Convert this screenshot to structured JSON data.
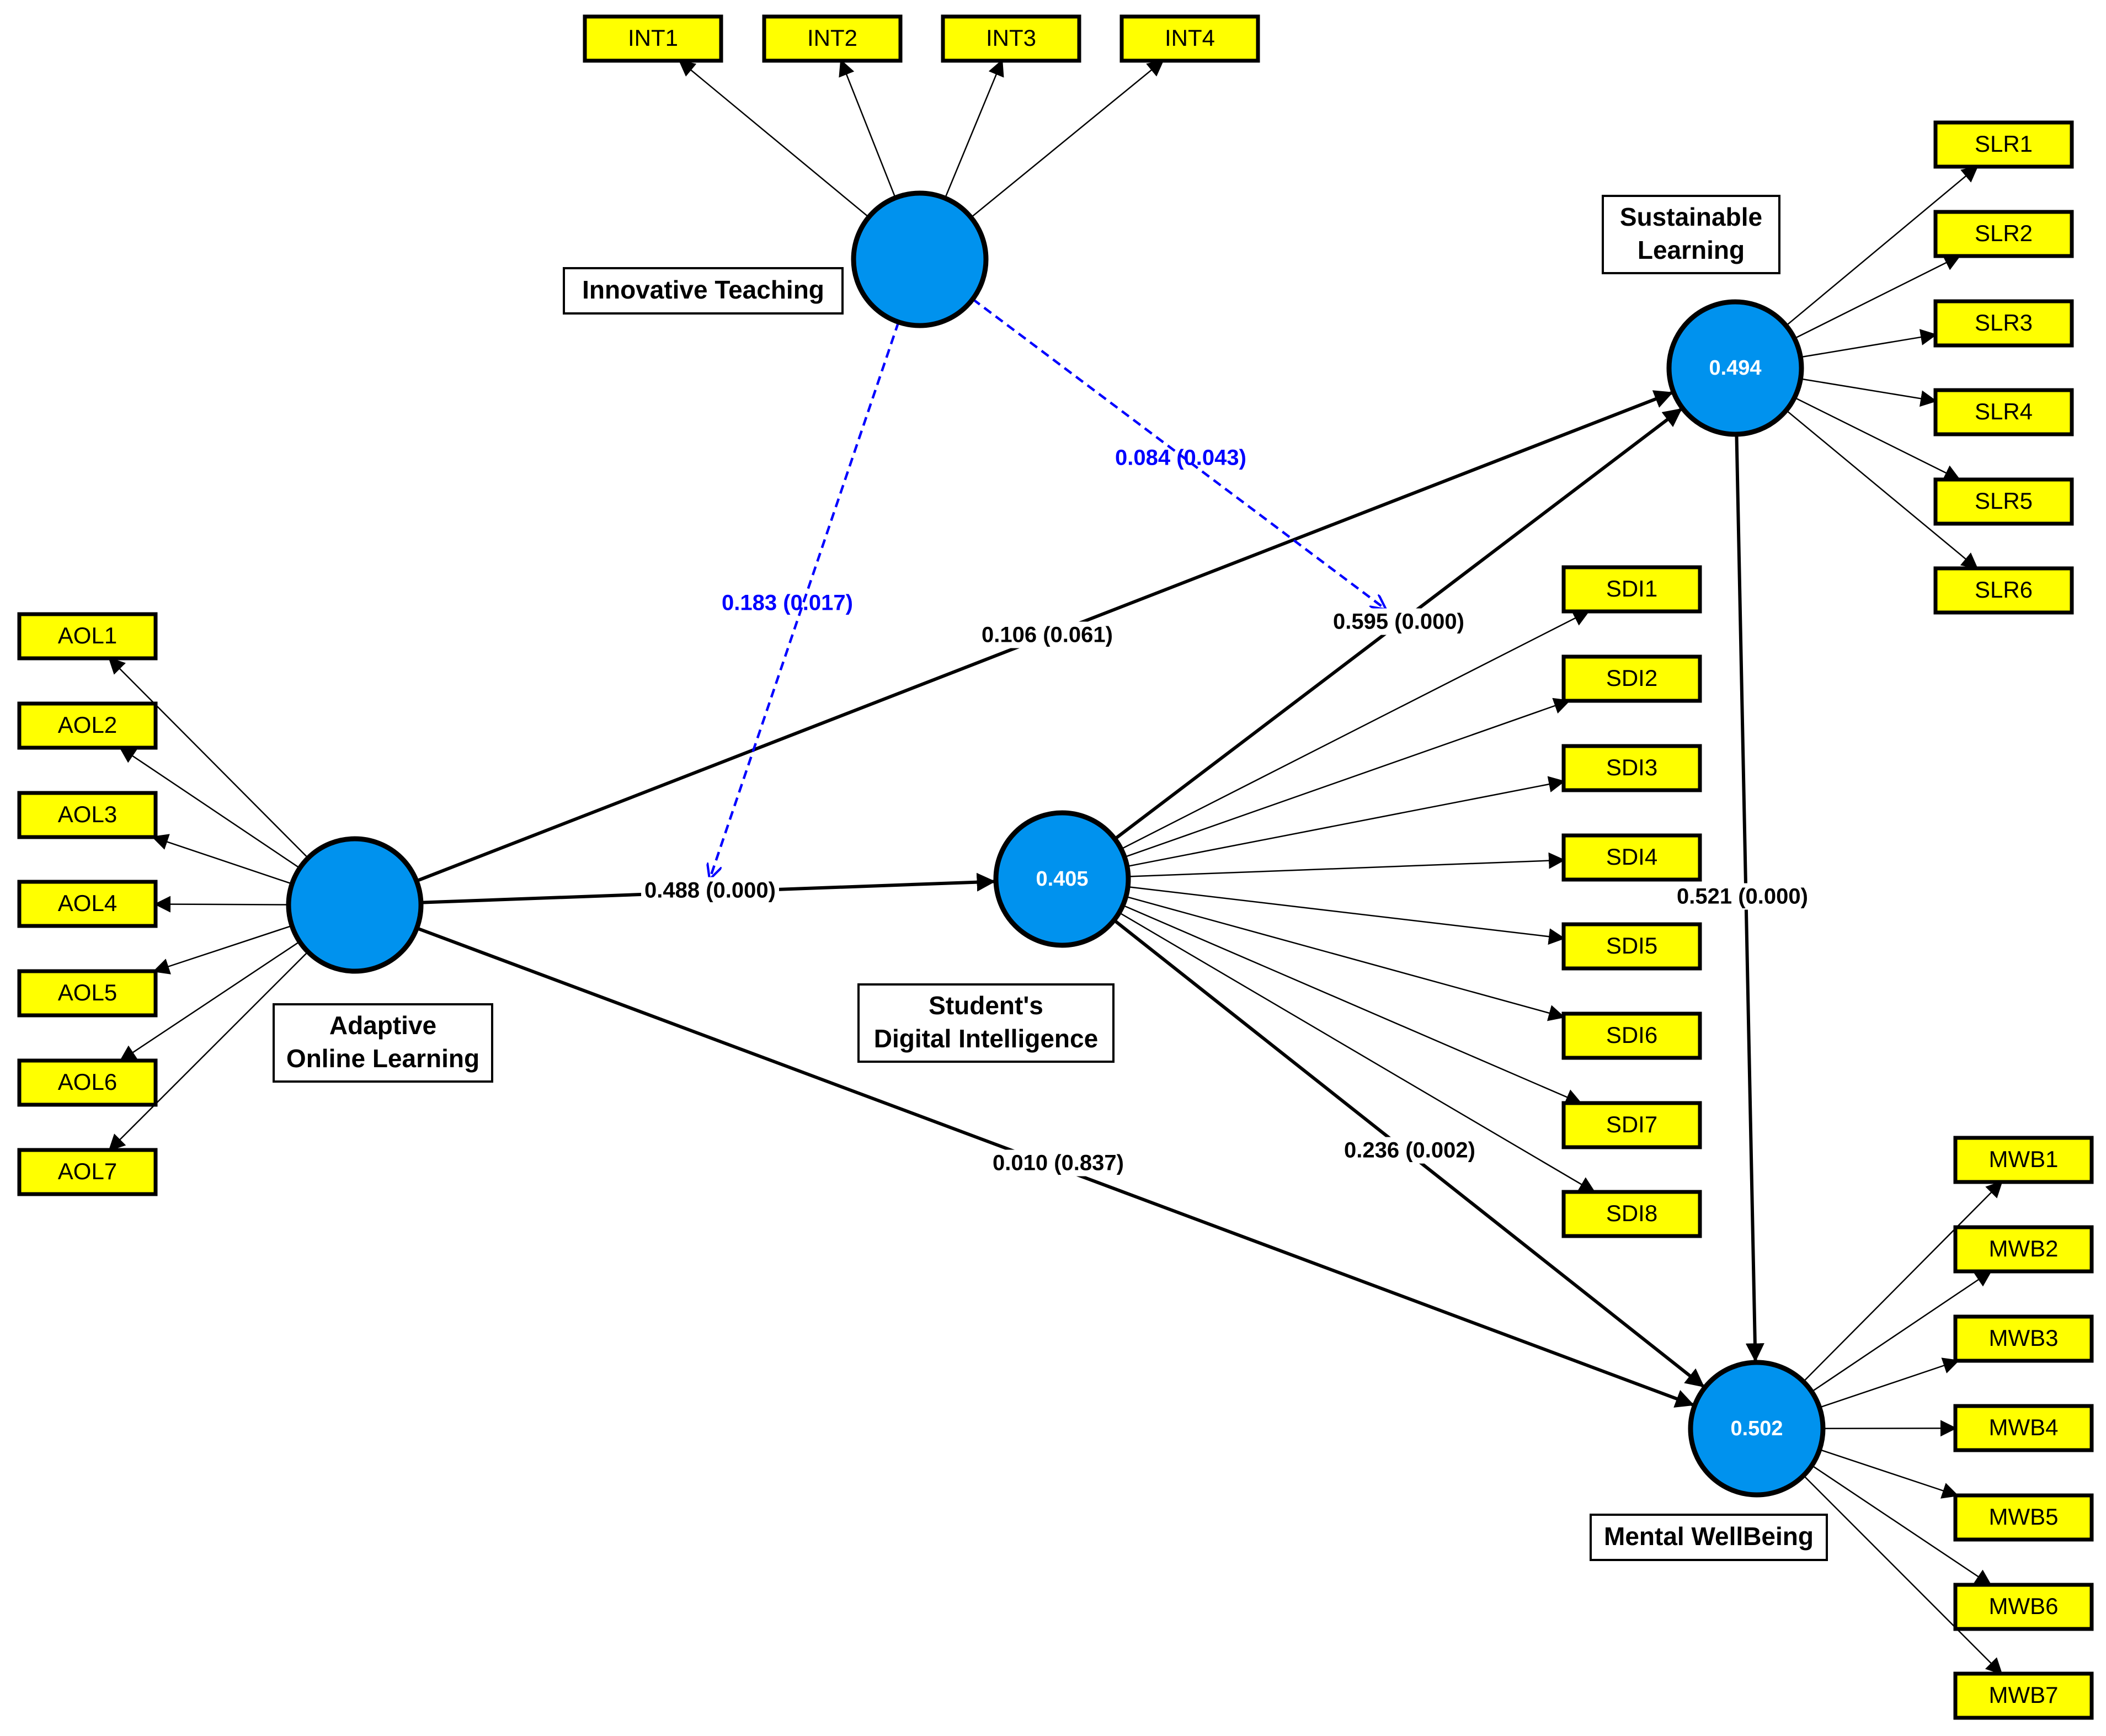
{
  "colors": {
    "indicator_fill": "#ffff00",
    "latent_fill": "#0092ee",
    "path": "#000000",
    "moderation": "#0000ff"
  },
  "constructs": {
    "aol": {
      "lines": [
        "Adaptive",
        "Online Learning"
      ],
      "r2": ""
    },
    "int": {
      "lines": [
        "Innovative Teaching"
      ],
      "r2": ""
    },
    "sdi": {
      "lines": [
        "Student's",
        "Digital Intelligence"
      ],
      "r2": "0.405"
    },
    "slr": {
      "lines": [
        "Sustainable",
        "Learning"
      ],
      "r2": "0.494"
    },
    "mwb": {
      "lines": [
        "Mental WellBeing"
      ],
      "r2": "0.502"
    }
  },
  "indicators": {
    "aol": [
      "AOL1",
      "AOL2",
      "AOL3",
      "AOL4",
      "AOL5",
      "AOL6",
      "AOL7"
    ],
    "int": [
      "INT1",
      "INT2",
      "INT3",
      "INT4"
    ],
    "sdi": [
      "SDI1",
      "SDI2",
      "SDI3",
      "SDI4",
      "SDI5",
      "SDI6",
      "SDI7",
      "SDI8"
    ],
    "slr": [
      "SLR1",
      "SLR2",
      "SLR3",
      "SLR4",
      "SLR5",
      "SLR6"
    ],
    "mwb": [
      "MWB1",
      "MWB2",
      "MWB3",
      "MWB4",
      "MWB5",
      "MWB6",
      "MWB7"
    ]
  },
  "paths": [
    {
      "from": "aol",
      "to": "sdi",
      "label": "0.488 (0.000)"
    },
    {
      "from": "aol",
      "to": "slr",
      "label": "0.106 (0.061)"
    },
    {
      "from": "aol",
      "to": "mwb",
      "label": "0.010 (0.837)"
    },
    {
      "from": "sdi",
      "to": "slr",
      "label": "0.595 (0.000)"
    },
    {
      "from": "sdi",
      "to": "mwb",
      "label": "0.236 (0.002)"
    },
    {
      "from": "slr",
      "to": "mwb",
      "label": "0.521 (0.000)"
    }
  ],
  "moderations": [
    {
      "from": "int",
      "target": "aol->sdi",
      "label": "0.183 (0.017)"
    },
    {
      "from": "int",
      "target": "sdi->slr",
      "label": "0.084 (0.043)"
    }
  ]
}
